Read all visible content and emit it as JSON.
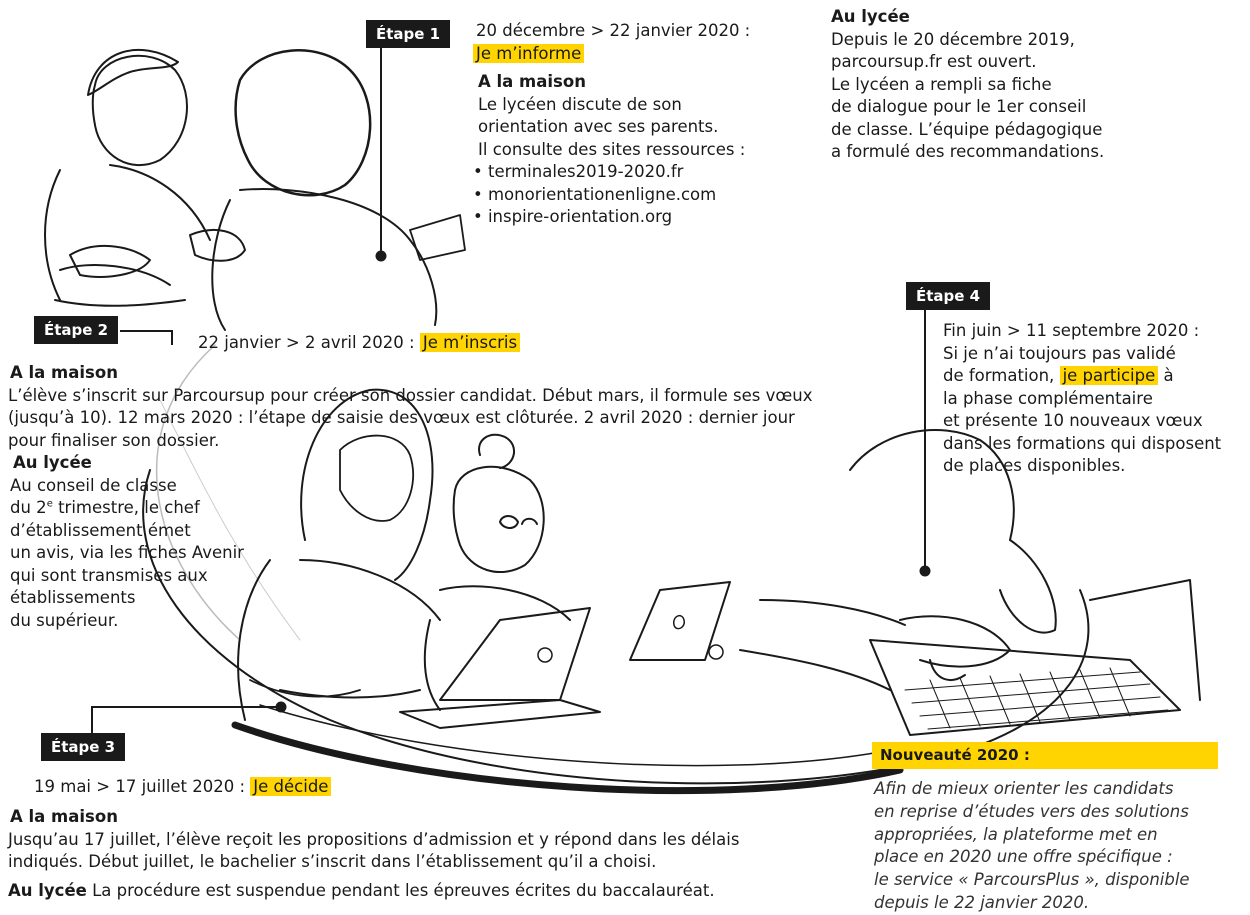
{
  "etape1": {
    "tag": "Étape 1",
    "date": "20 décembre > 22 janvier 2020 :",
    "highlight": "Je m’informe",
    "maison_title": "A la maison",
    "maison_lines": [
      "Le lycéen discute de son",
      "orientation avec ses parents.",
      "Il consulte des sites ressources :"
    ],
    "sites": [
      "• terminales2019-2020.fr",
      "• monorientationenligne.com",
      "• inspire-orientation.org"
    ]
  },
  "lycee_top": {
    "title": "Au lycée",
    "lines": [
      "Depuis le 20 décembre 2019,",
      "parcoursup.fr est ouvert.",
      "Le lycéen a rempli sa fiche",
      "de dialogue pour le 1er conseil",
      "de classe. L’équipe pédagogique",
      "a formulé des recommandations."
    ]
  },
  "etape2": {
    "tag": "Étape 2",
    "date": "22 janvier > 2 avril 2020 :",
    "highlight": "Je m’inscris",
    "maison_title": "A la maison",
    "maison_lines": [
      "L’élève s’inscrit sur Parcoursup pour créer son dossier candidat. Début mars, il formule ses vœux",
      "(jusqu’à 10). 12 mars 2020 : l’étape de saisie des vœux est clôturée. 2 avril 2020 : dernier jour",
      "pour finaliser son dossier."
    ],
    "lycee_title": "Au lycée",
    "lycee_line1": "Au conseil de classe",
    "lycee_line2_pre": "du 2",
    "lycee_line2_sup": "e",
    "lycee_line2_post": " trimestre, le chef",
    "lycee_rest": [
      "d’établissement émet",
      "un avis, via les fiches Avenir",
      "qui sont transmises aux",
      "établissements",
      "du supérieur."
    ]
  },
  "etape3": {
    "tag": "Étape 3",
    "date": "19 mai > 17 juillet 2020 :",
    "highlight": "Je décide",
    "maison_title": "A la maison",
    "maison_lines": [
      "Jusqu’au 17 juillet, l’élève reçoit les propositions d’admission et y répond dans les délais",
      "indiqués. Début juillet, le bachelier s’inscrit dans l’établissement qu’il a choisi."
    ],
    "lycee_title": "Au lycée",
    "lycee_text": " La procédure est suspendue pendant les épreuves écrites du baccalauréat."
  },
  "etape4": {
    "tag": "Étape 4",
    "lines_before": [
      "Fin juin > 11 septembre 2020 :",
      "Si je n’ai toujours pas validé"
    ],
    "line3_pre": "de formation, ",
    "highlight": "je participe",
    "line3_post": " à",
    "lines_after": [
      "la phase complémentaire",
      "et présente 10 nouveaux vœux",
      "dans les formations qui disposent",
      "de places disponibles."
    ]
  },
  "nouveaute": {
    "title": "Nouveauté 2020 :",
    "lines": [
      "Afin de mieux orienter les candidats",
      "en reprise d’études vers des solutions",
      "appropriées, la plateforme met en",
      "place en 2020 une offre spécifique :",
      "le service « ParcoursPlus », disponible",
      "depuis le 22 janvier 2020."
    ]
  },
  "colors": {
    "highlight": "#ffd400",
    "tag_bg": "#1a1a1a",
    "text": "#1a1a1a"
  }
}
